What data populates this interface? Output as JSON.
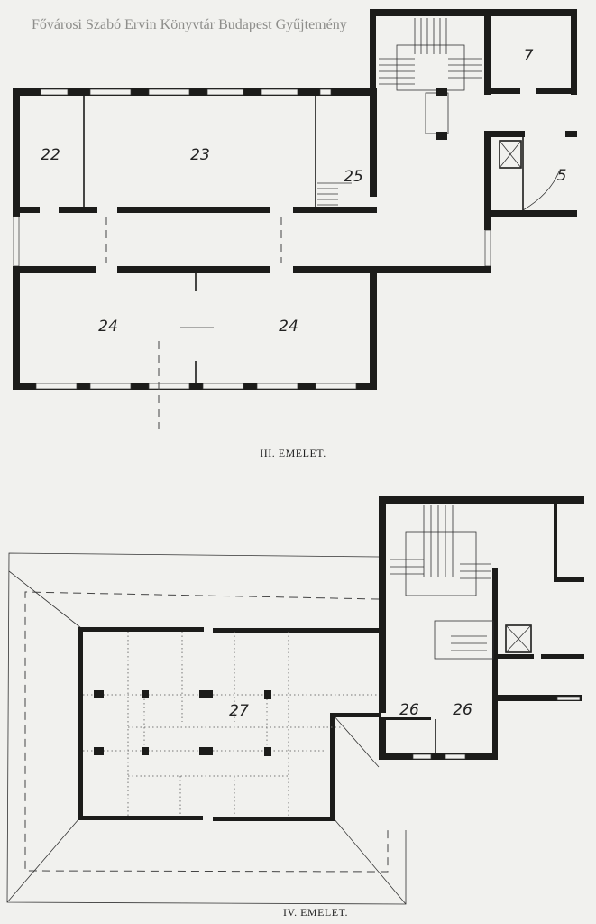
{
  "watermark": "Fővárosi Szabó Ervin Könyvtár Budapest Gyűjtemény",
  "floor_3": {
    "caption": "III. EMELET.",
    "rooms": [
      "22",
      "23",
      "25",
      "7",
      "5",
      "24",
      "24"
    ]
  },
  "floor_4": {
    "caption": "IV. EMELET.",
    "rooms": [
      "27",
      "26",
      "26"
    ]
  }
}
